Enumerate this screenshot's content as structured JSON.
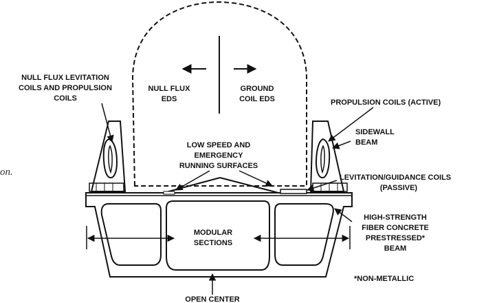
{
  "labels": {
    "null_flux_coils": [
      "NULL FLUX LEVITATION",
      "COILS AND PROPULSION",
      "COILS"
    ],
    "null_flux_eds": [
      "NULL FLUX",
      "EDS"
    ],
    "ground_coil_eds": [
      "GROUND",
      "COIL EDS"
    ],
    "propulsion_coils": "PROPULSION COILS (ACTIVE)",
    "sidewall_beam": [
      "SIDEWALL",
      "BEAM"
    ],
    "running_surfaces": [
      "LOW SPEED AND",
      "EMERGENCY",
      "RUNNING SURFACES"
    ],
    "levitation_coils": [
      "LEVITATION/GUIDANCE COILS",
      "(PASSIVE)"
    ],
    "beam": [
      "HIGH-STRENGTH",
      "FIBER CONCRETE",
      "PRESTRESSED*",
      "BEAM"
    ],
    "modular_sections": [
      "MODULAR",
      "SECTIONS"
    ],
    "non_metallic": "*NON-METALLIC",
    "open_center": "OPEN CENTER",
    "margin_fragment": "on."
  }
}
